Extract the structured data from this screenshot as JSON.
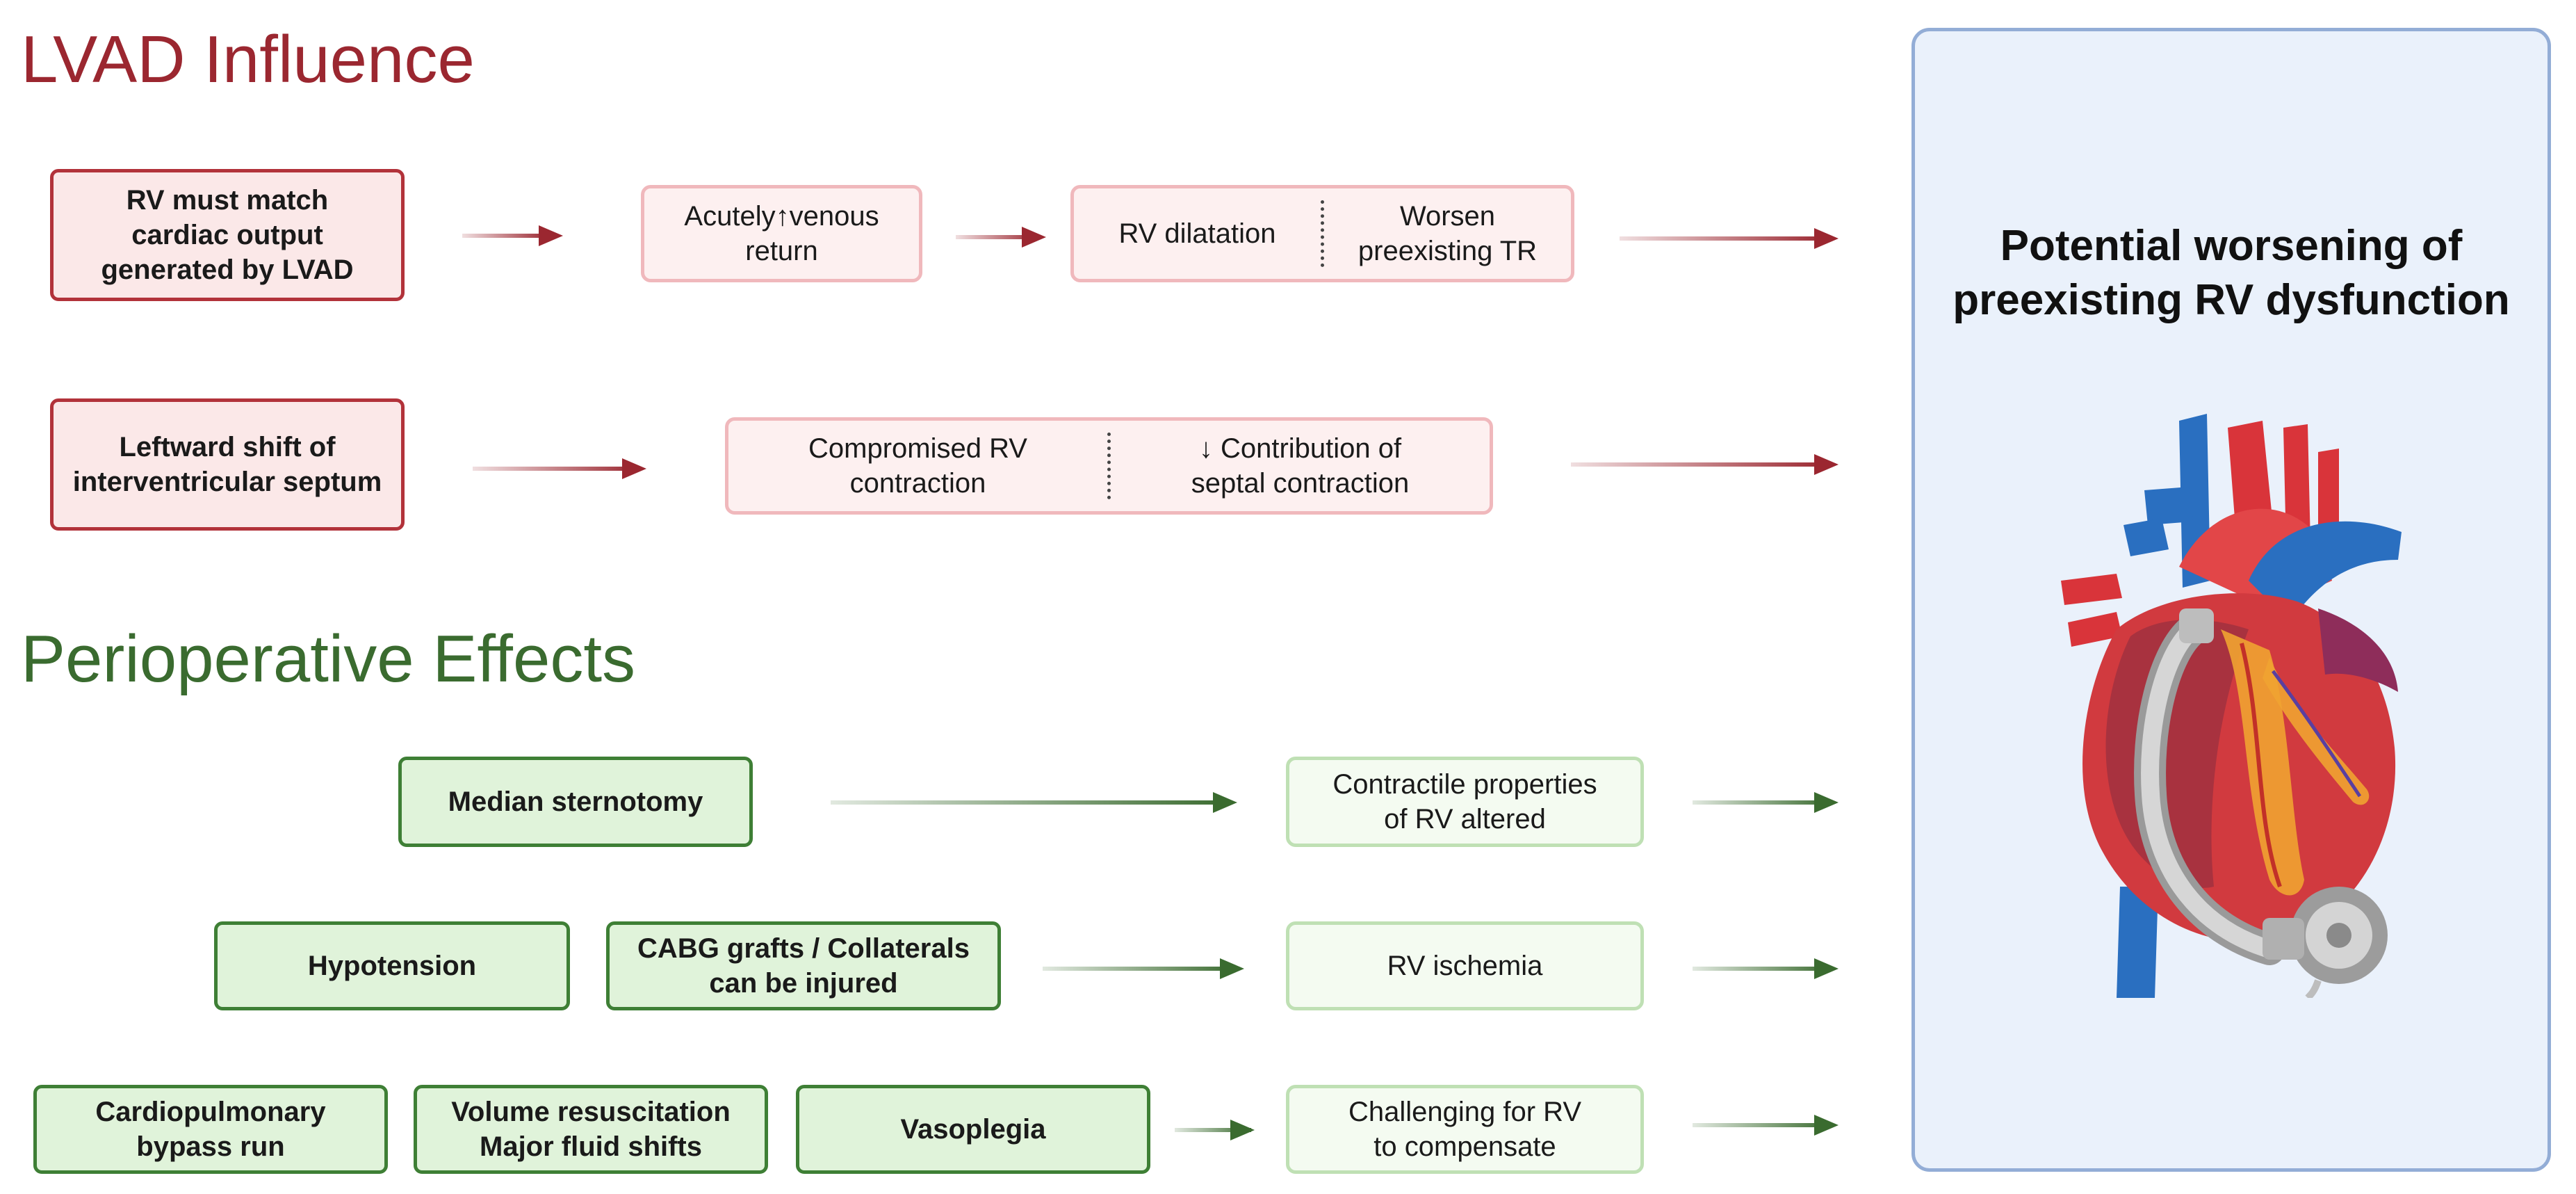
{
  "colors": {
    "lvad_accent": "#9b2730",
    "periop_accent": "#3a6b2f",
    "outcome_fill": "#eaf1fb",
    "outcome_border": "#93add6"
  },
  "lvad": {
    "heading": "LVAD Influence",
    "row1": {
      "cause": "RV must match\ncardiac output\ngenerated by LVAD",
      "step1": "Acutely↑venous\nreturn",
      "step2_left": "RV dilatation",
      "step2_right": "Worsen\npreexisting TR"
    },
    "row2": {
      "cause": "Leftward shift of\ninterventricular septum",
      "effect_left": "Compromised RV\ncontraction",
      "effect_right": "↓ Contribution of\nseptal contraction"
    }
  },
  "periop": {
    "heading": "Perioperative Effects",
    "row1": {
      "causes": [
        "Median sternotomy"
      ],
      "effect": "Contractile properties\nof RV altered"
    },
    "row2": {
      "causes": [
        "Hypotension",
        "CABG grafts / Collaterals\ncan be injured"
      ],
      "effect": "RV ischemia"
    },
    "row3": {
      "causes": [
        "Cardiopulmonary\nbypass run",
        "Volume resuscitation\nMajor fluid shifts",
        "Vasoplegia"
      ],
      "effect": "Challenging for RV\nto compensate"
    }
  },
  "outcome": {
    "title": "Potential worsening of\npreexisting RV dysfunction",
    "illustration": "heart-with-lvad-icon"
  }
}
